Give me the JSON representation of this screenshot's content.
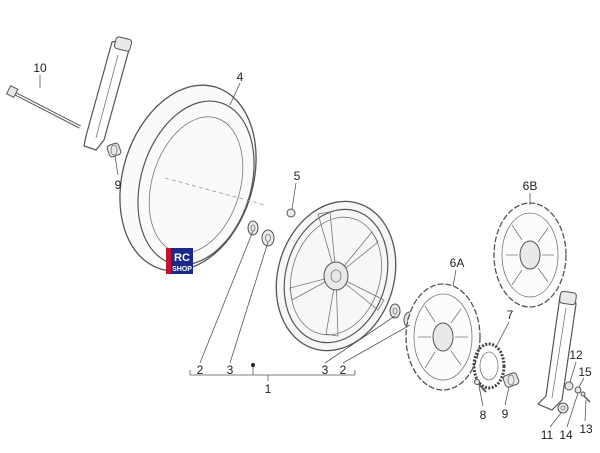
{
  "callouts": {
    "c10": "10",
    "c4": "4",
    "c9a": "9",
    "c5": "5",
    "c6b": "6B",
    "c6a": "6A",
    "c7": "7",
    "c2a": "2",
    "c3a": "3",
    "c3b": "3",
    "c2b": "2",
    "c1": "1",
    "c8": "8",
    "c9b": "9",
    "c12": "12",
    "c15": "15",
    "c11": "11",
    "c14": "14",
    "c13": "13"
  },
  "logo": {
    "line1": "RC",
    "line2": "SHOP",
    "colors": {
      "brand_blue": "#1b2a8a",
      "brand_red": "#c8102e"
    }
  }
}
